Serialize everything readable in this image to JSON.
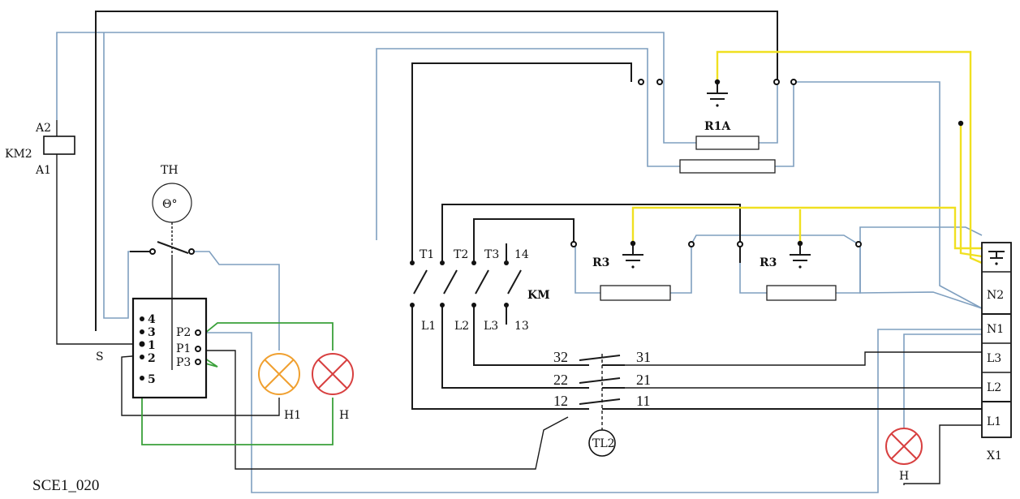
{
  "diagram": {
    "code": "SCE1_020",
    "coil": {
      "top": "A2",
      "name": "KM2",
      "bottom": "A1"
    },
    "thermostat": {
      "name": "TH",
      "symbol": "Θ°"
    },
    "selector": {
      "name": "S",
      "left_pins": [
        "4",
        "3",
        "1",
        "2",
        "5"
      ],
      "right_pins": [
        "P2",
        "P1",
        "P3"
      ]
    },
    "lamps": [
      "H1",
      "H",
      "H"
    ],
    "resistors": [
      "R1A",
      "R3",
      "R3"
    ],
    "contactor": {
      "name": "KM",
      "top_terms": [
        "T1",
        "T2",
        "T3",
        "14"
      ],
      "bottom_terms": [
        "L1",
        "L2",
        "L3",
        "13"
      ]
    },
    "breaker": {
      "name": "TL2",
      "left_terms": [
        "32",
        "22",
        "12"
      ],
      "right_terms": [
        "31",
        "21",
        "11"
      ]
    },
    "terminal_block": {
      "name": "X1",
      "earth_symbol": "⏚",
      "terms": [
        "N2",
        "N1",
        "L3",
        "L2",
        "L1"
      ]
    },
    "colors": {
      "black": "#1a1a1a",
      "blue": "#7f9fbf",
      "green": "#3aa03a",
      "yellow": "#f0e020"
    }
  }
}
